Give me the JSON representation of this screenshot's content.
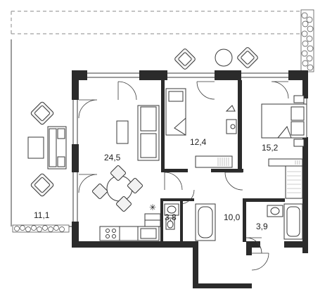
{
  "rooms": [
    {
      "key": "living",
      "area": "24,5"
    },
    {
      "key": "bedroom-small",
      "area": "12,4"
    },
    {
      "key": "bedroom-master",
      "area": "15,2"
    },
    {
      "key": "terrace",
      "area": "11,1"
    },
    {
      "key": "bathroom-small",
      "area": "3,8"
    },
    {
      "key": "hall",
      "area": "10,0"
    },
    {
      "key": "bathroom",
      "area": "3,9"
    }
  ],
  "icons": [
    "snowflake-icon",
    "plant-icon"
  ],
  "colors": {
    "wall": "#2b2b2b",
    "line": "#3a3a3a",
    "background": "#ffffff"
  }
}
